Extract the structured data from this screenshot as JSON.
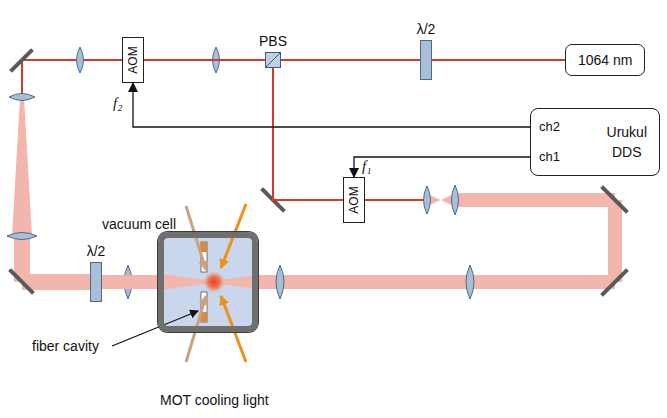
{
  "diagram": {
    "nodes": [
      {
        "text": [
          "AOM"
        ]
      },
      {
        "text": [
          "PBS"
        ]
      },
      {
        "text": [
          "λ/2"
        ]
      },
      {
        "text": [
          "1064 nm"
        ]
      },
      {
        "text": [
          "ch2",
          "ch1",
          "Urukul DDS"
        ]
      },
      {
        "text": [
          "AOM"
        ]
      },
      {
        "text": [
          "λ/2"
        ]
      },
      {
        "text": [
          "vacuum cell"
        ]
      }
    ],
    "edges": [
      {
        "from": 1,
        "to": 0,
        "arrow": "none"
      },
      {
        "from": 2,
        "to": 1,
        "arrow": "none"
      },
      {
        "from": 3,
        "to": 2,
        "arrow": "none"
      },
      {
        "from": 1,
        "to": 5,
        "arrow": "none"
      },
      {
        "from": 4,
        "to": 0,
        "arrow": "to",
        "label": "f₂"
      },
      {
        "from": 4,
        "to": 5,
        "arrow": "to",
        "label": "f₁"
      },
      {
        "from": 6,
        "to": 7,
        "arrow": "none"
      }
    ],
    "labels": [
      "fiber cavity",
      "MOT cooling light"
    ]
  }
}
